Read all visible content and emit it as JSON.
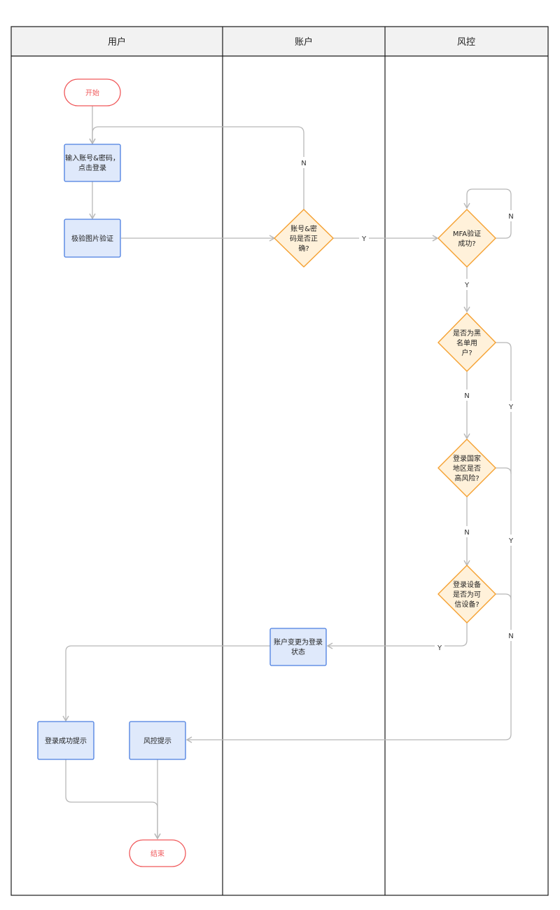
{
  "lanes": {
    "user": "用户",
    "account": "账户",
    "risk": "风控"
  },
  "nodes": {
    "start": "开始",
    "input": [
      "输入账号&密码，",
      "点击登录"
    ],
    "captcha": "极验图片验证",
    "pwd_check": [
      "账号&密",
      "码是否正",
      "确?"
    ],
    "mfa": [
      "MFA验证",
      "成功?"
    ],
    "blacklist": [
      "是否为黑",
      "名单用",
      "户?"
    ],
    "region": [
      "登录国家",
      "地区是否",
      "高风险?"
    ],
    "device": [
      "登录设备",
      "是否为可",
      "信设备?"
    ],
    "state_change": [
      "账户变更为登录",
      "状态"
    ],
    "login_ok": "登录成功提示",
    "risk_tip": "风控提示",
    "end": "结束"
  },
  "edge_labels": {
    "pwd_no": "N",
    "pwd_yes": "Y",
    "mfa_no": "N",
    "mfa_yes": "Y",
    "black_no": "N",
    "black_yes": "Y",
    "region_no": "N",
    "region_yes": "Y",
    "device_yes": "Y",
    "device_no": "N"
  },
  "colors": {
    "terminal_stroke": "#F0595B",
    "terminal_text": "#F0595B",
    "process_fill": "#DFE9FB",
    "process_stroke": "#4A7EE0",
    "decision_fill": "#FFF1DA",
    "decision_stroke": "#F5A030",
    "connector": "#B8B8B8",
    "lane_border": "#1A1A1A",
    "header_fill": "#F2F2F2"
  }
}
